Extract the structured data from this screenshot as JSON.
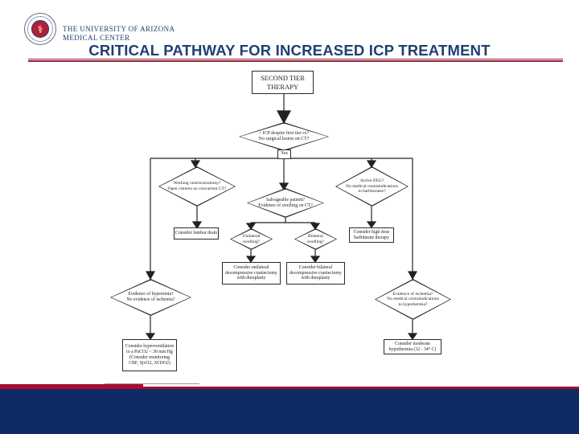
{
  "slide": {
    "title": "CRITICAL PATHWAY FOR INCREASED ICP TREATMENT"
  },
  "logo": {
    "line1": "THE UNIVERSITY OF ARIZONA",
    "line2": "MEDICAL CENTER",
    "seal_icon": "medical-caduceus-seal",
    "seal_glyph": "⚕"
  },
  "colors": {
    "title_blue": "#1d4073",
    "rule_maroon": "#8a2238",
    "footer_red": "#ab0c2f",
    "footer_navy": "#0e2b66",
    "seal_red": "#b22034"
  },
  "flowchart": {
    "start": {
      "label": "SECOND TIER\nTHERAPY"
    },
    "yes_label": "Yes",
    "decision_icp": {
      "label": "↑ ICP despite first tier rx?\nNo surgical lesion on CT?"
    },
    "decision_ventriculostomy": {
      "label": "Working ventriculostomy?\nOpen cisterns on concurrent CT?"
    },
    "action_lumbar_drain": {
      "label": "Consider lumbar drain"
    },
    "decision_salvageable": {
      "label": "Salvageable patient?\nEvidence of swelling on CT?"
    },
    "decision_unilateral": {
      "label": "Unilateral\nswelling?"
    },
    "decision_bilateral": {
      "label": "Bilateral\nswelling?"
    },
    "action_unilateral_craniectomy": {
      "label": "Consider unilateral\ndecompressive craniectomy\nwith duraplasty"
    },
    "action_bilateral_craniectomy": {
      "label": "Consider bilateral\ndecompressive craniectomy\nwith duraplasty"
    },
    "decision_eeg": {
      "label": "Active EEG?\nNo medical contraindications\nto barbiturates?"
    },
    "action_barbiturate": {
      "label": "Consider high dose\nbarbiturate therapy"
    },
    "decision_hyperemia": {
      "label": "Evidence of hyperemia?\nNo evidence of ischemia?"
    },
    "action_hyperventilation": {
      "label": "Consider hyperventilation\nto a PaCO2 < 30 mm Hg\n(Consider monitoring\nCBF, SjvO2, AVDO2)"
    },
    "decision_ischemia": {
      "label": "Evidence of ischemia?\nNo medical contraindications\nto hypothermia?"
    },
    "action_hypothermia": {
      "label": "Consider moderate\nhypothermia (32 - 34° C)"
    }
  }
}
